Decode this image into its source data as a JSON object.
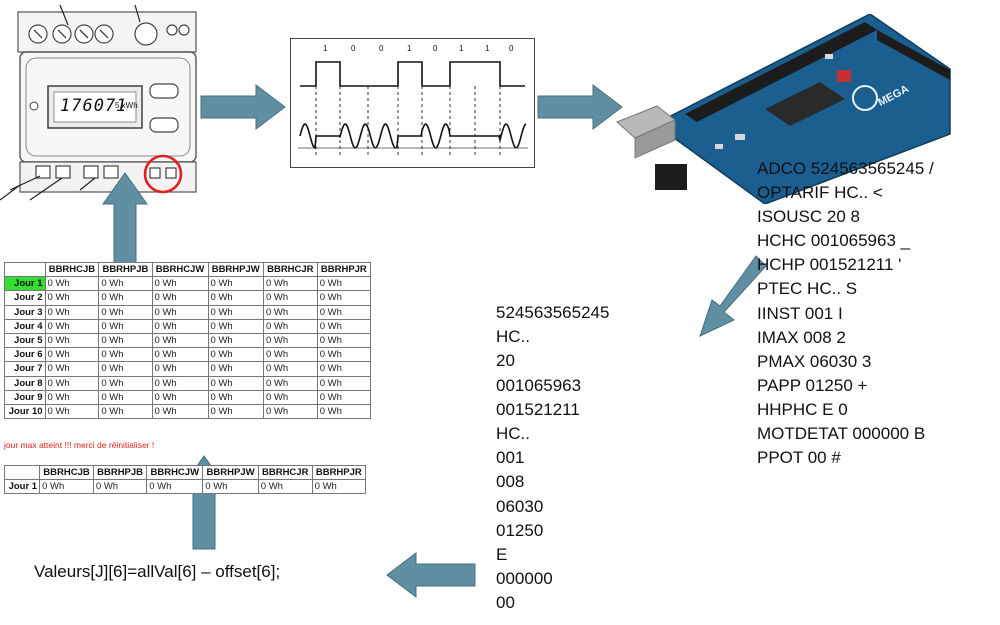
{
  "meter": {
    "display_value": "176071",
    "display_suffix": "5 kWh"
  },
  "signal": {
    "bits": [
      "1",
      "0",
      "0",
      "1",
      "0",
      "1",
      "1",
      "0"
    ]
  },
  "frame_lines": [
    "ADCO 524563565245 /",
    "OPTARIF  HC.. <",
    "ISOUSC  20 8",
    "HCHC 001065963 _",
    "HCHP 001521211 '",
    "PTEC HC..  S",
    "IINST  001 I",
    "IMAX  008 2",
    "PMAX  06030 3",
    "PAPP  01250 +",
    "HHPHC  E 0",
    "MOTDETAT  000000 B",
    "PPOT  00 #"
  ],
  "parsed_values": [
    "524563565245",
    "HC..",
    "20",
    "001065963",
    "001521211",
    "HC..",
    "001",
    "008",
    "06030",
    "01250",
    "E",
    "000000",
    "00"
  ],
  "table_main": {
    "headers": [
      "",
      "BBRHCJB",
      "BBRHPJB",
      "BBRHCJW",
      "BBRHPJW",
      "BBRHCJR",
      "BBRHPJR"
    ],
    "rows": [
      {
        "label": "Jour 1",
        "cells": [
          "0 Wh",
          "0 Wh",
          "0 Wh",
          "0 Wh",
          "0 Wh",
          "0 Wh"
        ],
        "highlight": true
      },
      {
        "label": "Jour 2",
        "cells": [
          "0 Wh",
          "0 Wh",
          "0 Wh",
          "0 Wh",
          "0 Wh",
          "0 Wh"
        ],
        "highlight": false
      },
      {
        "label": "Jour 3",
        "cells": [
          "0 Wh",
          "0 Wh",
          "0 Wh",
          "0 Wh",
          "0 Wh",
          "0 Wh"
        ],
        "highlight": false
      },
      {
        "label": "Jour 4",
        "cells": [
          "0 Wh",
          "0 Wh",
          "0 Wh",
          "0 Wh",
          "0 Wh",
          "0 Wh"
        ],
        "highlight": false
      },
      {
        "label": "Jour 5",
        "cells": [
          "0 Wh",
          "0 Wh",
          "0 Wh",
          "0 Wh",
          "0 Wh",
          "0 Wh"
        ],
        "highlight": false
      },
      {
        "label": "Jour 6",
        "cells": [
          "0 Wh",
          "0 Wh",
          "0 Wh",
          "0 Wh",
          "0 Wh",
          "0 Wh"
        ],
        "highlight": false
      },
      {
        "label": "Jour 7",
        "cells": [
          "0 Wh",
          "0 Wh",
          "0 Wh",
          "0 Wh",
          "0 Wh",
          "0 Wh"
        ],
        "highlight": false
      },
      {
        "label": "Jour 8",
        "cells": [
          "0 Wh",
          "0 Wh",
          "0 Wh",
          "0 Wh",
          "0 Wh",
          "0 Wh"
        ],
        "highlight": false
      },
      {
        "label": "Jour 9",
        "cells": [
          "0 Wh",
          "0 Wh",
          "0 Wh",
          "0 Wh",
          "0 Wh",
          "0 Wh"
        ],
        "highlight": false
      },
      {
        "label": "Jour 10",
        "cells": [
          "0 Wh",
          "0 Wh",
          "0 Wh",
          "0 Wh",
          "0 Wh",
          "0 Wh"
        ],
        "highlight": false
      }
    ]
  },
  "warning": "jour max atteint !!! merci de réinitialiser !",
  "table_small": {
    "headers": [
      "",
      "BBRHCJB",
      "BBRHPJB",
      "BBRHCJW",
      "BBRHPJW",
      "BBRHCJR",
      "BBRHPJR"
    ],
    "rows": [
      {
        "label": "Jour 1",
        "cells": [
          "0 Wh",
          "0 Wh",
          "0 Wh",
          "0 Wh",
          "0 Wh",
          "0 Wh"
        ]
      }
    ]
  },
  "code_line": "Valeurs[J][6]=allVal[6] – offset[6];",
  "board": {
    "brand": "MEGA"
  },
  "colors": {
    "arrow": "#5f8fa1",
    "arrow_edge": "#46707f",
    "board": "#1a5f8f",
    "highlight_row": "#33dd33",
    "warning": "#e0201a",
    "circle": "#e02020"
  }
}
